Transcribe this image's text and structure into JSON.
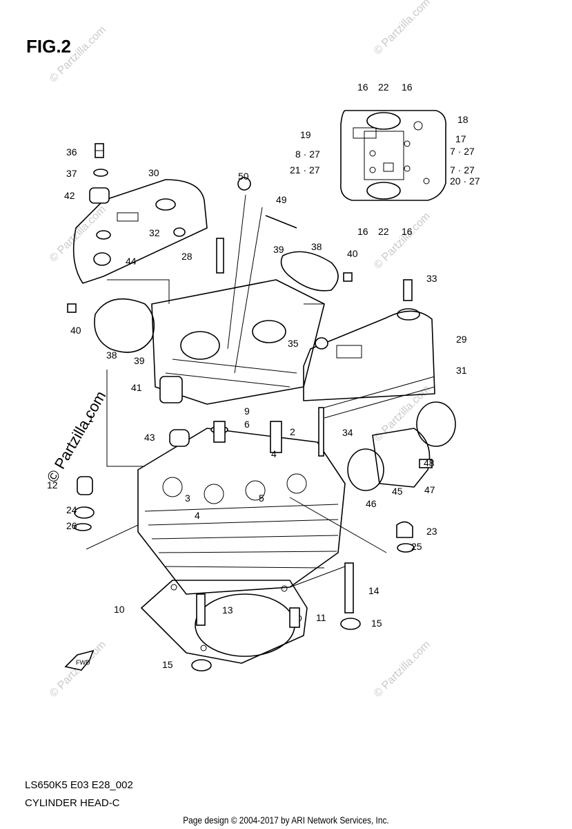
{
  "figure_label": "FIG.2",
  "footer": {
    "model_code": "LS650K5 E03 E28_002",
    "diagram_name": "CYLINDER HEAD-C",
    "copyright": "Page design © 2004-2017 by ARI Network Services, Inc."
  },
  "watermark": {
    "main": "© Partzilla.com",
    "small": "© Partzilla.com"
  },
  "fwd_label": "FWD",
  "callouts": [
    "1",
    "2",
    "3",
    "4",
    "4",
    "5",
    "6",
    "7 · 27",
    "7 · 27",
    "8 · 27",
    "9",
    "10",
    "11",
    "12",
    "13",
    "14",
    "15",
    "15",
    "16",
    "16",
    "16",
    "16",
    "17",
    "18",
    "19",
    "20 · 27",
    "21 · 27",
    "22",
    "22",
    "23",
    "24",
    "25",
    "26",
    "28",
    "29",
    "30",
    "31",
    "32",
    "33",
    "34",
    "35",
    "36",
    "37",
    "38",
    "38",
    "39",
    "39",
    "40",
    "40",
    "41",
    "42",
    "43",
    "44",
    "45",
    "46",
    "47",
    "48",
    "49",
    "50"
  ]
}
